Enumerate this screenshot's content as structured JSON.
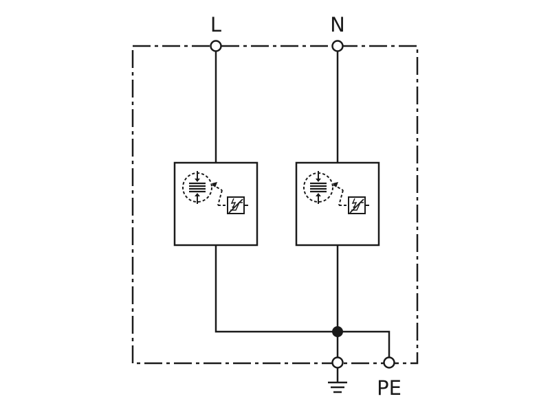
{
  "terminals": {
    "line_label": "L",
    "neutral_label": "N",
    "protective_earth_label": "PE"
  },
  "colors": {
    "stroke": "#1a1a1a",
    "background": "#ffffff"
  },
  "icons": {
    "ground": "ground-symbol-icon",
    "gas_discharge_tube": "gas-discharge-tube-icon",
    "varistor": "varistor-icon"
  }
}
